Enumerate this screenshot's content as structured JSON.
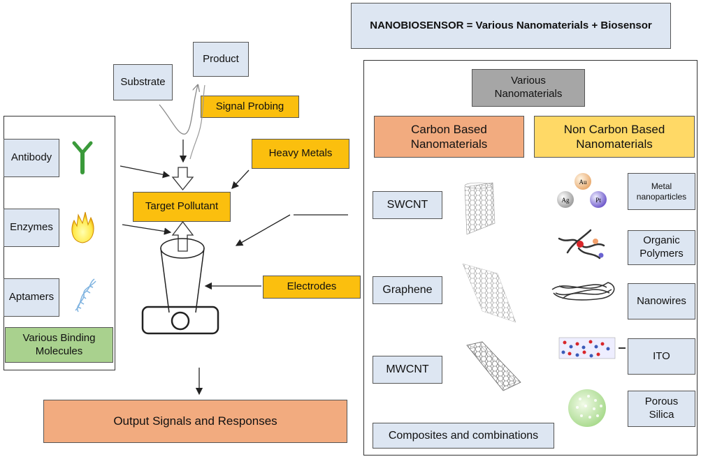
{
  "equation": "NANOBIOSENSOR = Various  Nanomaterials  + Biosensor",
  "left_panel": {
    "items": [
      {
        "label": "Antibody",
        "icon": "antibody-icon"
      },
      {
        "label": "Enzymes",
        "icon": "flame-icon"
      },
      {
        "label": "Aptamers",
        "icon": "dna-helix-icon"
      }
    ],
    "title": "Various Binding\nMolecules"
  },
  "center": {
    "substrate": "Substrate",
    "product": "Product",
    "signal_probing": "Signal Probing",
    "heavy_metals": "Heavy Metals",
    "target_pollutant": "Target Pollutant",
    "electrodes": "Electrodes",
    "output": "Output Signals and Responses"
  },
  "right_panel": {
    "title": "Various\nNanomaterials",
    "carbon_header": "Carbon Based\nNanomaterials",
    "noncarbon_header": "Non Carbon Based\nNanomaterials",
    "carbon_items": [
      "SWCNT",
      "Graphene",
      "MWCNT"
    ],
    "noncarbon_items": [
      "Metal\nnanoparticles",
      "Organic\nPolymers",
      "Nanowires",
      "ITO",
      "Porous\nSilica"
    ],
    "composites": "Composites and combinations",
    "np_labels": [
      "Au",
      "Ag",
      "Pt"
    ]
  },
  "colors": {
    "light_blue": "#dde6f2",
    "orange": "#fbbf0e",
    "salmon": "#f2ab7f",
    "yellow": "#ffd966",
    "green": "#a9d18e",
    "gray": "#a6a6a6"
  }
}
